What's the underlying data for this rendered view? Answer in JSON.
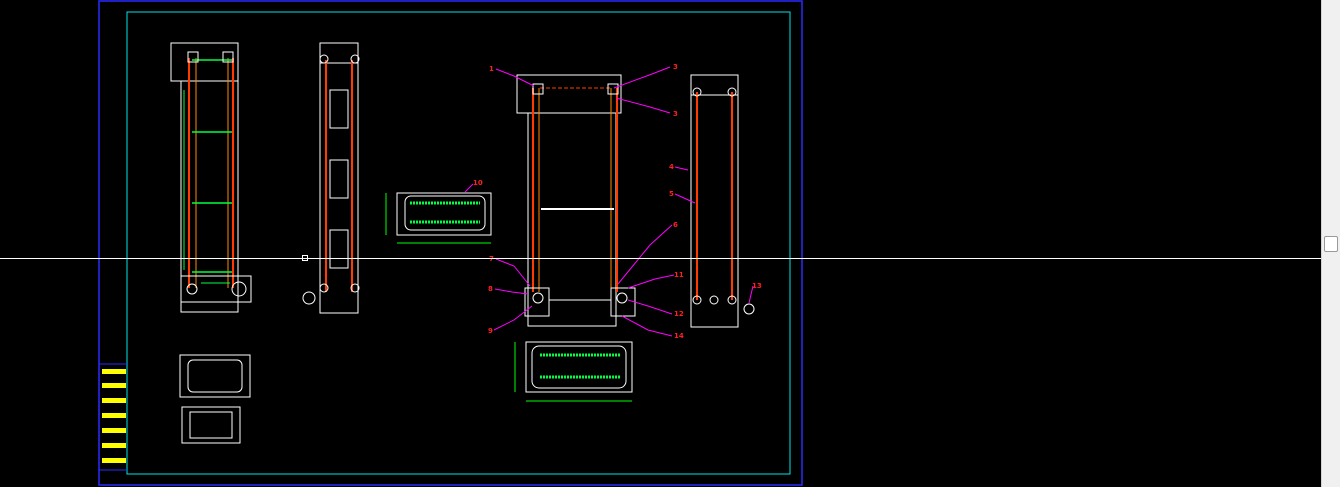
{
  "colors": {
    "sheet_border": "#2a2aff",
    "title_frame": "#00e5e5",
    "outline": "#ffffff",
    "rail": "#ff3b00",
    "rail_inner": "#ff8a00",
    "slat": "#00ff40",
    "dim": "#00ff00",
    "callout": "#ff00ff",
    "label": "#ff2020",
    "title_cells": "#ffff00"
  },
  "icons": {
    "scroll_thumb": "scrollbar-thumb-icon"
  },
  "callouts": [
    {
      "label": "1"
    },
    {
      "label": "3"
    },
    {
      "label": "3"
    },
    {
      "label": "4"
    },
    {
      "label": "5"
    },
    {
      "label": "6"
    },
    {
      "label": "7"
    },
    {
      "label": "8"
    },
    {
      "label": "9"
    },
    {
      "label": "10"
    },
    {
      "label": "11"
    },
    {
      "label": "12"
    },
    {
      "label": "14"
    },
    {
      "label": "13"
    }
  ]
}
